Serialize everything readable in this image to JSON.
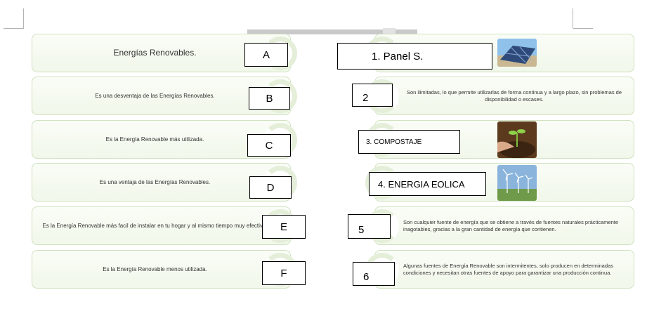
{
  "left_cards": [
    {
      "text": "Energías Renovables.",
      "box": "A"
    },
    {
      "text": "Es una desventaja de las Energías Renovables.",
      "box": "B"
    },
    {
      "text": "Es la Energía Renovable más utilizada.",
      "box": "C"
    },
    {
      "text": "Es una ventaja de las Energías Renovables.",
      "box": "D"
    },
    {
      "text": "Es la Energía Renovable más facil de instalar en tu hogar y al mismo tiempo muy efectiva.",
      "box": "E"
    },
    {
      "text": "Es la Energía Renovable menos utilizada.",
      "box": "F"
    }
  ],
  "right_cards": [
    {
      "box": "1.   Panel S.",
      "image": "solar-panel-photo"
    },
    {
      "text": "Son ilimitadas, lo que permite utilizarlas de forma continua y a largo plazo, sin problemas de disponibilidad o escases.",
      "box": "2"
    },
    {
      "box": "3. COMPOSTAJE",
      "image": "compost-seedling-photo"
    },
    {
      "box": "4. ENERGIA EOLICA",
      "image": "wind-turbines-photo"
    },
    {
      "text": "Son cualquier fuente de energía que se obtiene a través de fuentes naturales prácticamente inagotables, gracias a la gran cantidad de energía que contienen.",
      "box": "5"
    },
    {
      "text": "Algunas fuentes de Energía Renovable son intermitentes, solo producen en determinadas condiciones y necesitan otras fuentes de apoyo para garantizar una producción continua.",
      "box": "6"
    }
  ]
}
